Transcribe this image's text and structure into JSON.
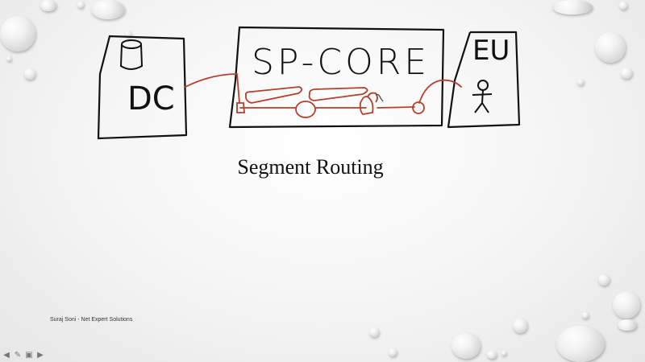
{
  "slide": {
    "title": "Segment Routing",
    "footer": "Suraj Soni - Net Expert Solutions"
  },
  "diagram": {
    "dc_label": "DC",
    "core_label": "SP-CORE",
    "eu_label": "EU",
    "line_color": "#b5402a",
    "ink_color": "#111111"
  },
  "nav": {
    "icons": [
      "prev-arrow-icon",
      "pen-icon",
      "menu-icon",
      "next-arrow-icon"
    ]
  }
}
